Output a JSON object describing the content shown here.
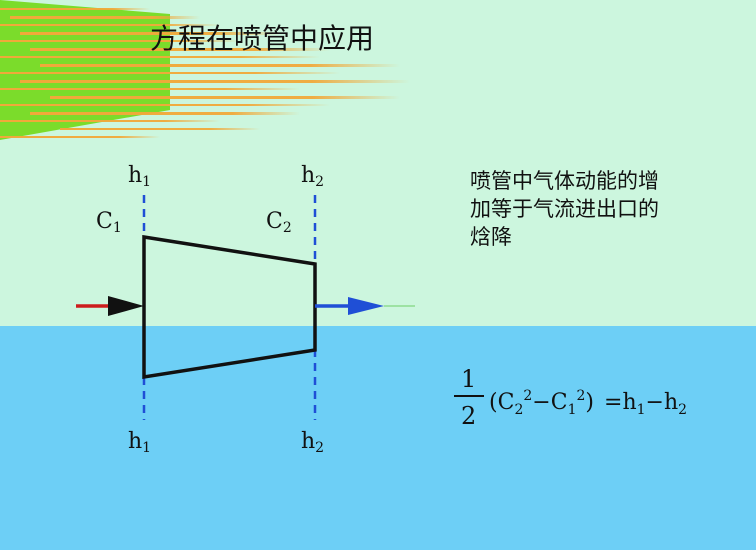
{
  "slide": {
    "title": "方程在喷管中应用",
    "background_top_color": "#ccf6de",
    "background_bottom_color": "#6dcff6"
  },
  "nozzle": {
    "inlet_enthalpy_top": {
      "base": "h",
      "sub": "1"
    },
    "outlet_enthalpy_top": {
      "base": "h",
      "sub": "2"
    },
    "inlet_enthalpy_bottom": {
      "base": "h",
      "sub": "1"
    },
    "outlet_enthalpy_bottom": {
      "base": "h",
      "sub": "2"
    },
    "inlet_velocity": {
      "base": "C",
      "sub": "1"
    },
    "outlet_velocity": {
      "base": "C",
      "sub": "2"
    },
    "outline_color": "#111111",
    "section_line_color": "#1f4fd6",
    "arrow_in_color": "#cc1d1d",
    "arrow_out_color": "#1f4fd6"
  },
  "description": {
    "lines": [
      "喷管中气体动能的增",
      "加等于气流进出口的",
      "焓降"
    ]
  },
  "formula": {
    "numerator": "1",
    "denominator": "2",
    "open_paren": "(",
    "term1_base": "C",
    "term1_sub": "2",
    "term1_sup": "2",
    "minus": "−",
    "term2_base": "C",
    "term2_sub": "1",
    "term2_sup": "2",
    "close_paren": ")",
    "equals": "=",
    "rhs1_base": "h",
    "rhs1_sub": "1",
    "rhs_minus": "−",
    "rhs2_base": "h",
    "rhs2_sub": "2"
  },
  "decoration": {
    "green_color": "#7bdc2b",
    "orange_color": "#f1a93a",
    "icon": "green-orange-brush-stroke-icon"
  }
}
